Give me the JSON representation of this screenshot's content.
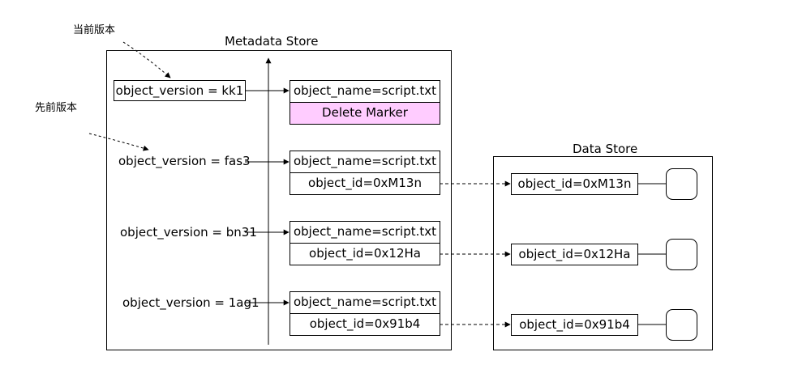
{
  "annotations": {
    "current_version": "当前版本",
    "previous_version": "先前版本"
  },
  "metadata_store": {
    "title": "Metadata Store",
    "current_version_label": "object_version = kk1",
    "entries": [
      {
        "object_name": "object_name=script.txt",
        "detail": "Delete Marker"
      },
      {
        "version": "object_version = fas3",
        "object_name": "object_name=script.txt",
        "detail": "object_id=0xM13n"
      },
      {
        "version": "object_version = bn31",
        "object_name": "object_name=script.txt",
        "detail": "object_id=0x12Ha"
      },
      {
        "version": "object_version = 1ag1",
        "object_name": "object_name=script.txt",
        "detail": "object_id=0x91b4"
      }
    ]
  },
  "data_store": {
    "title": "Data Store",
    "objects": [
      "object_id=0xM13n",
      "object_id=0x12Ha",
      "object_id=0x91b4"
    ]
  },
  "colors": {
    "delete_marker_fill": "#ffccff",
    "stroke": "#000000"
  }
}
